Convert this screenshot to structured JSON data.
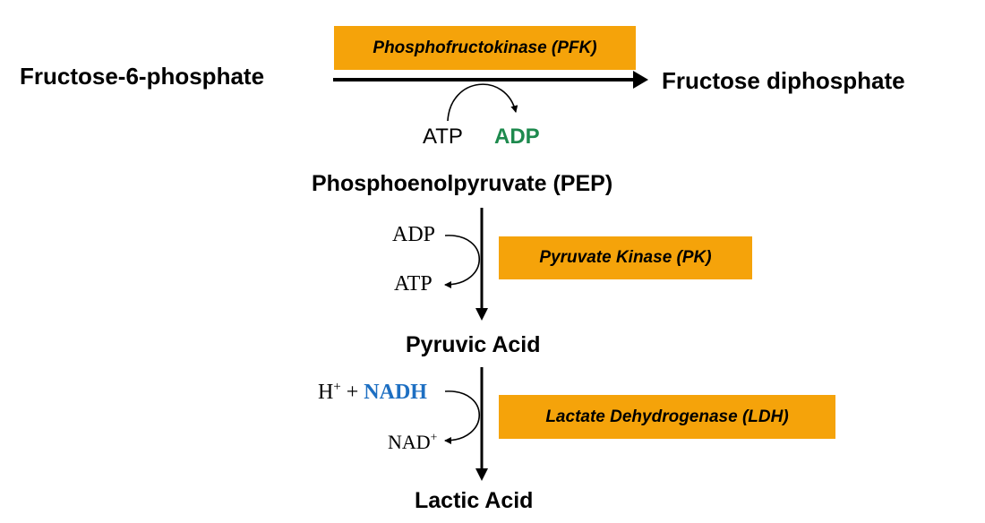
{
  "reaction1": {
    "substrate": "Fructose-6-phosphate",
    "product": "Fructose diphosphate",
    "enzyme": "Phosphofructokinase (PFK)",
    "cofactor_in": "ATP",
    "cofactor_out": "ADP"
  },
  "reaction2": {
    "substrate": "Phosphoenolpyruvate (PEP)",
    "product": "Pyruvic Acid",
    "enzyme": "Pyruvate Kinase (PK)",
    "cofactor_in": "ADP",
    "cofactor_out": "ATP"
  },
  "reaction3": {
    "product": "Lactic Acid",
    "enzyme": "Lactate Dehydrogenase (LDH)",
    "cofactor_in_prefix": "H",
    "cofactor_in_prefix_sup": "+",
    "cofactor_in_plus": "+",
    "cofactor_in_main": "NADH",
    "cofactor_out_main": "NAD",
    "cofactor_out_sup": "+"
  },
  "colors": {
    "enzyme_box": "#f5a30a",
    "adp_green": "#1e8a4e",
    "nadh_blue": "#1d6fc2",
    "arrow": "#000000"
  }
}
